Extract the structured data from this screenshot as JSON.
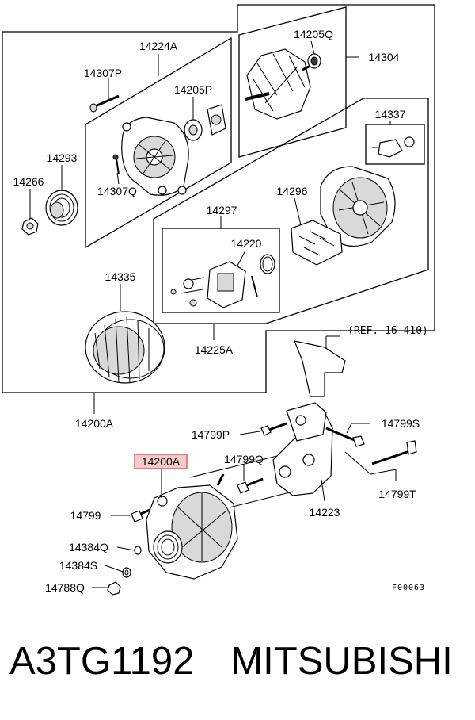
{
  "diagram": {
    "labels": {
      "l14224A": "14224A",
      "l14307P": "14307P",
      "l14205P": "14205P",
      "l14205Q": "14205Q",
      "l14304": "14304",
      "l14293": "14293",
      "l14266": "14266",
      "l14307Q": "14307Q",
      "l14337": "14337",
      "l14296": "14296",
      "l14297": "14297",
      "l14220": "14220",
      "l14335": "14335",
      "l14225A": "14225A",
      "l14200A_top": "14200A",
      "ref": "(REF. 16-410)",
      "l14799S": "14799S",
      "l14799P": "14799P",
      "l14200A_hl": "14200A",
      "l14799Q": "14799Q",
      "l14799T": "14799T",
      "l14223": "14223",
      "l14799": "14799",
      "l14384Q": "14384Q",
      "l14384S": "14384S",
      "l14788Q": "14788Q",
      "code": "F00063"
    },
    "highlight_color": "#e06060"
  },
  "footer": {
    "part_number": "A3TG1192",
    "brand": "MITSUBISHI"
  }
}
